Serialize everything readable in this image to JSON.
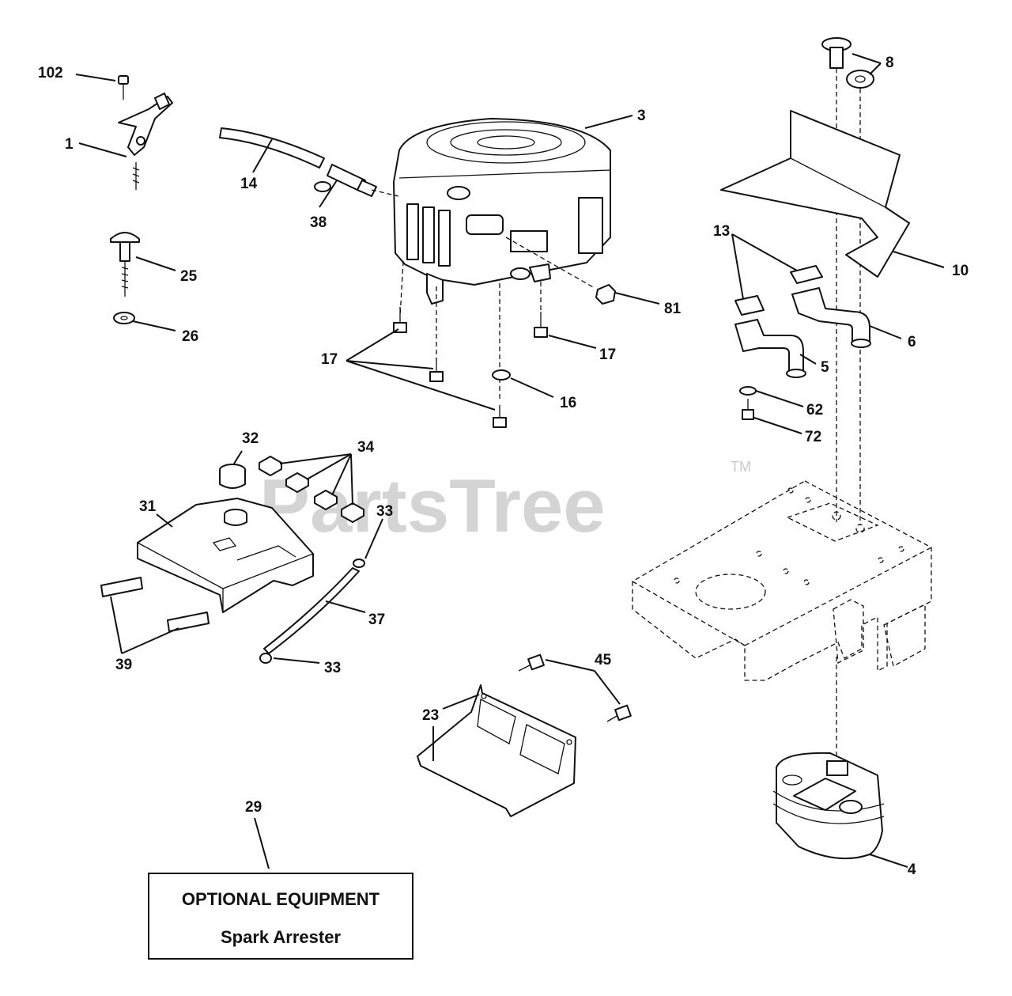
{
  "watermark": {
    "text": "PartsTree",
    "trademark": "TM"
  },
  "callouts": {
    "c102": "102",
    "c1": "1",
    "c25": "25",
    "c26": "26",
    "c14": "14",
    "c38": "38",
    "c3": "3",
    "c81": "81",
    "c17a": "17",
    "c17b": "17",
    "c16": "16",
    "c8": "8",
    "c10": "10",
    "c13": "13",
    "c6": "6",
    "c5": "5",
    "c62": "62",
    "c72": "72",
    "c32": "32",
    "c34": "34",
    "c31": "31",
    "c33a": "33",
    "c37": "37",
    "c33b": "33",
    "c39": "39",
    "c45": "45",
    "c23": "23",
    "c4": "4",
    "c29": "29"
  },
  "optional_box": {
    "line1": "OPTIONAL EQUIPMENT",
    "line2": "Spark Arrester"
  }
}
